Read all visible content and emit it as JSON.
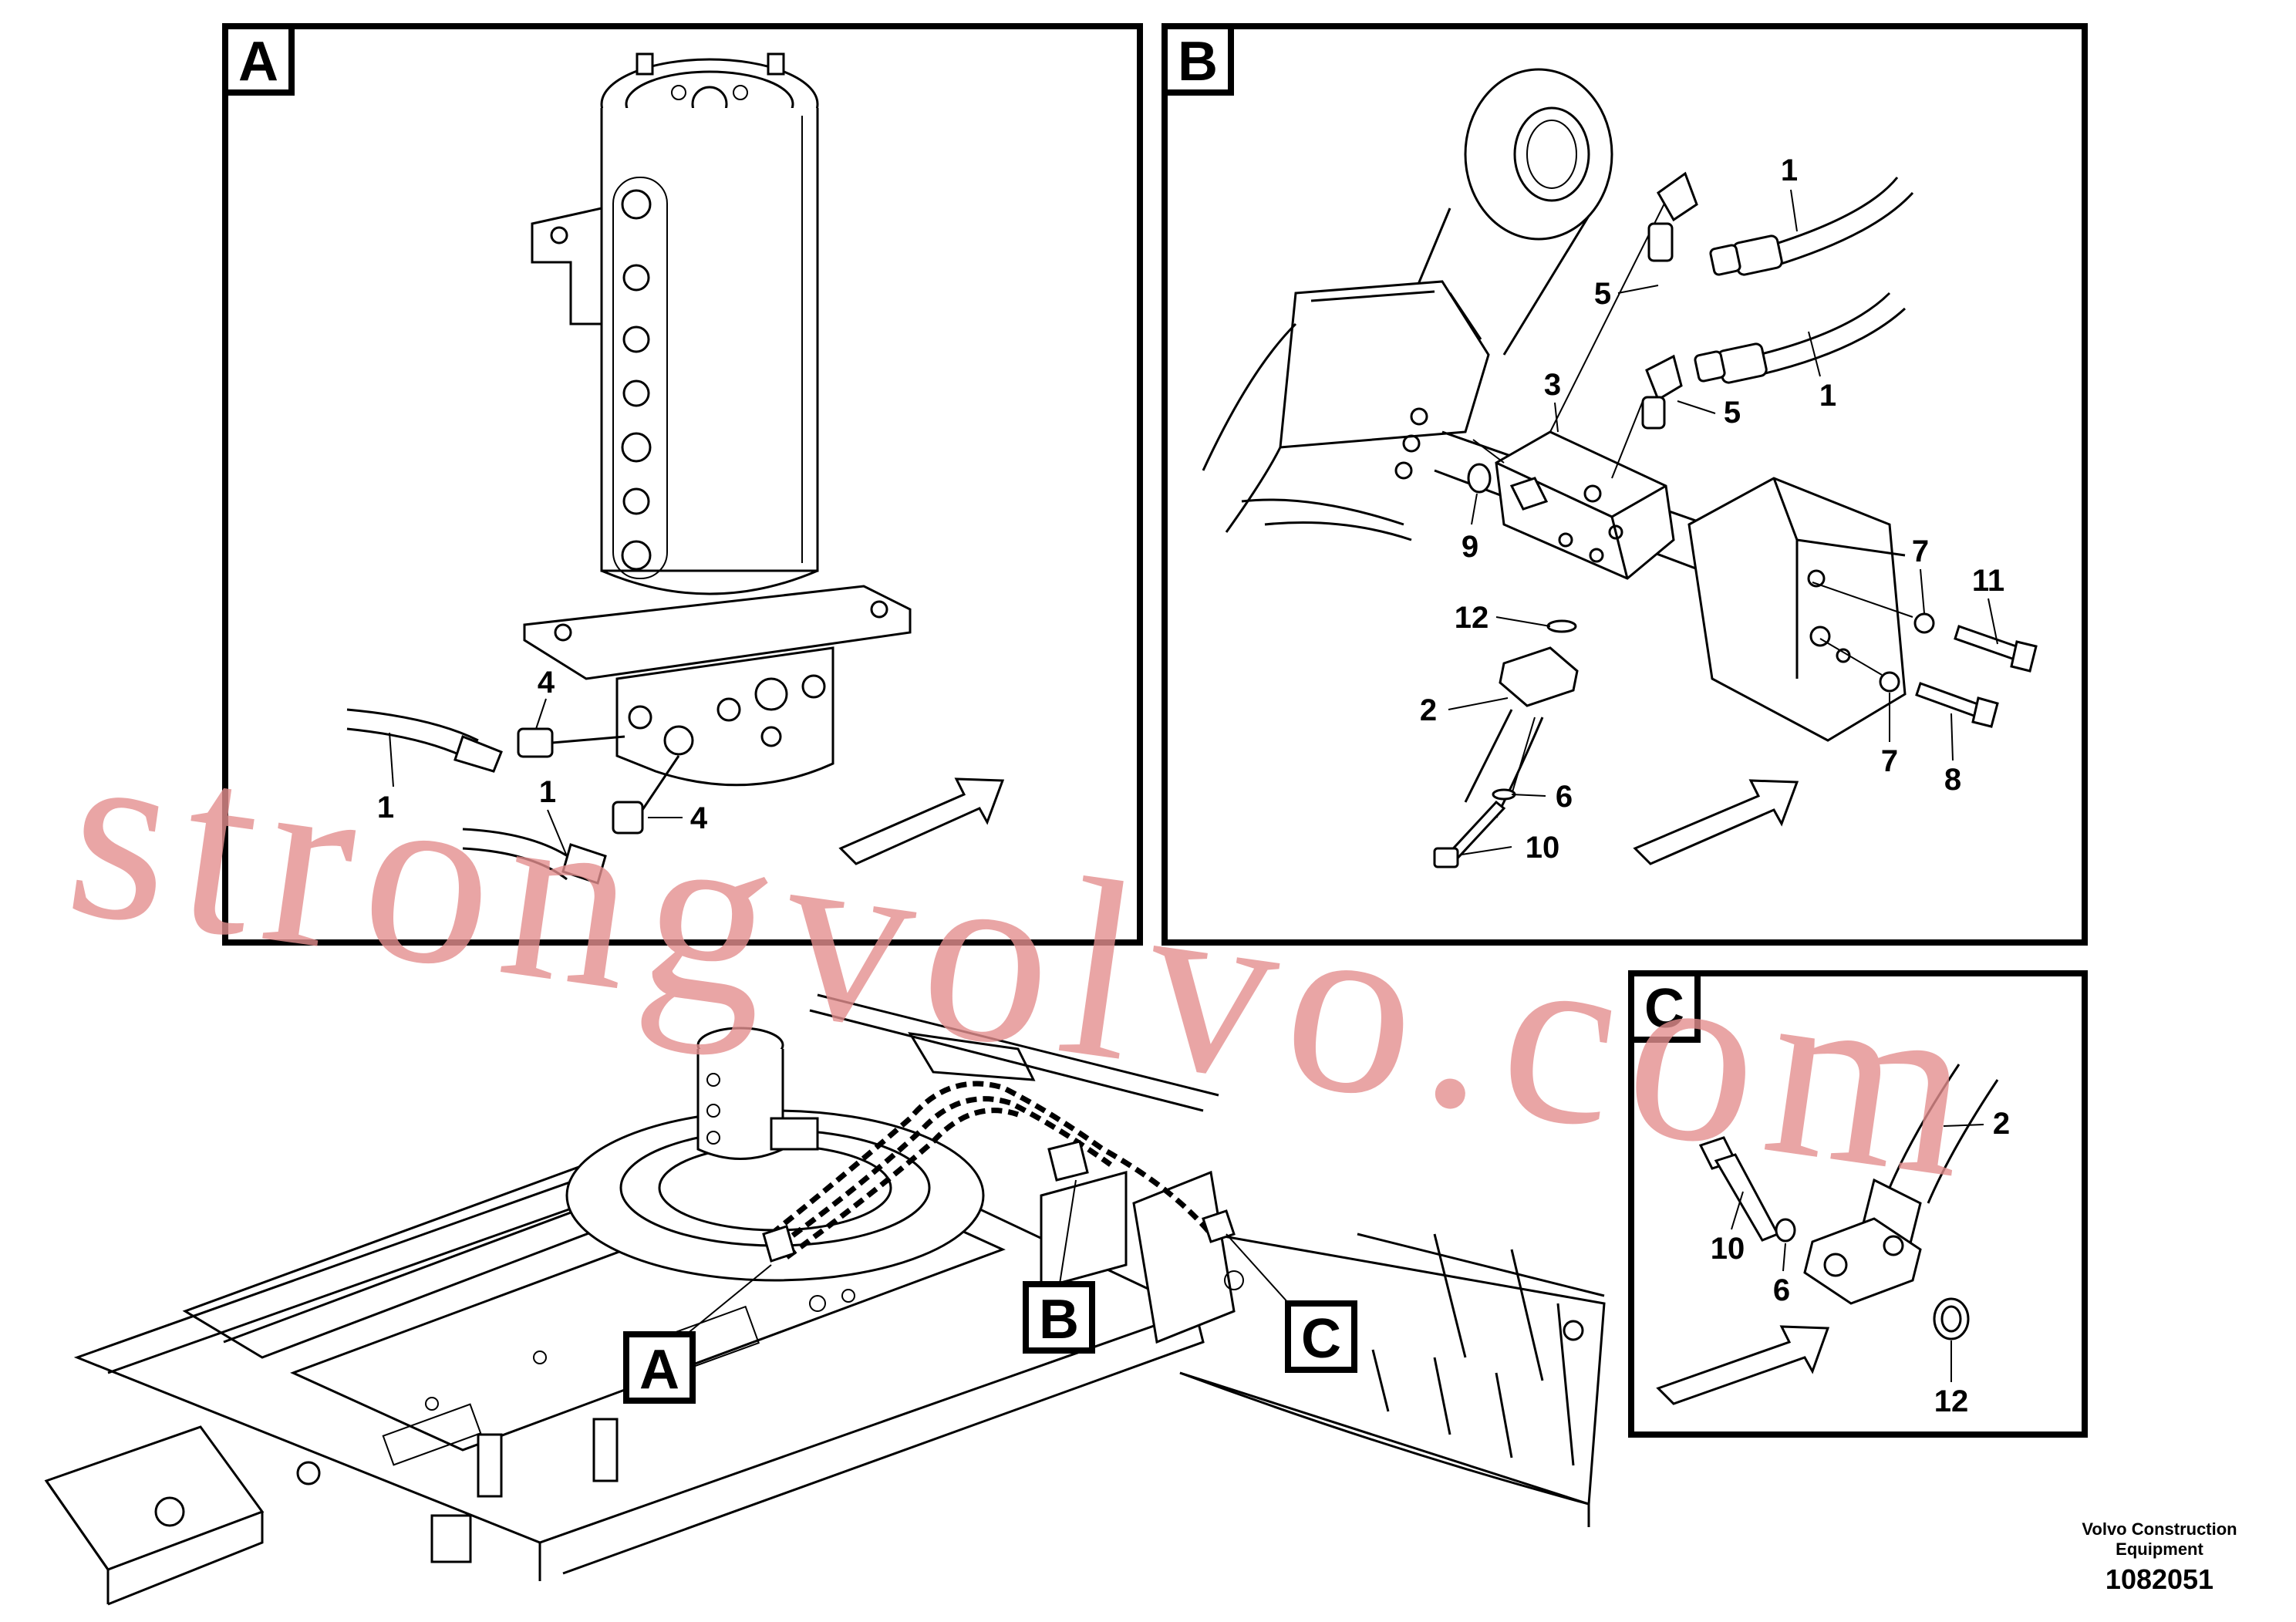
{
  "panels": [
    {
      "id": "A",
      "label": "A"
    },
    {
      "id": "B",
      "label": "B"
    },
    {
      "id": "C",
      "label": "C"
    }
  ],
  "overview_tags": [
    {
      "id": "A",
      "label": "A"
    },
    {
      "id": "B",
      "label": "B"
    },
    {
      "id": "C",
      "label": "C"
    }
  ],
  "callouts": {
    "A": [
      "1",
      "1",
      "4",
      "4"
    ],
    "B": [
      "1",
      "1",
      "5",
      "5",
      "3",
      "9",
      "12",
      "2",
      "6",
      "10",
      "7",
      "11",
      "7",
      "8"
    ],
    "C": [
      "2",
      "10",
      "6",
      "12"
    ]
  },
  "watermark": "strongvolvo.com",
  "footer": {
    "line1": "Volvo Construction",
    "line2": "Equipment",
    "drawing_number": "1082051"
  },
  "colors": {
    "line": "#000000",
    "watermark": "#e48f8f",
    "background": "#ffffff"
  }
}
